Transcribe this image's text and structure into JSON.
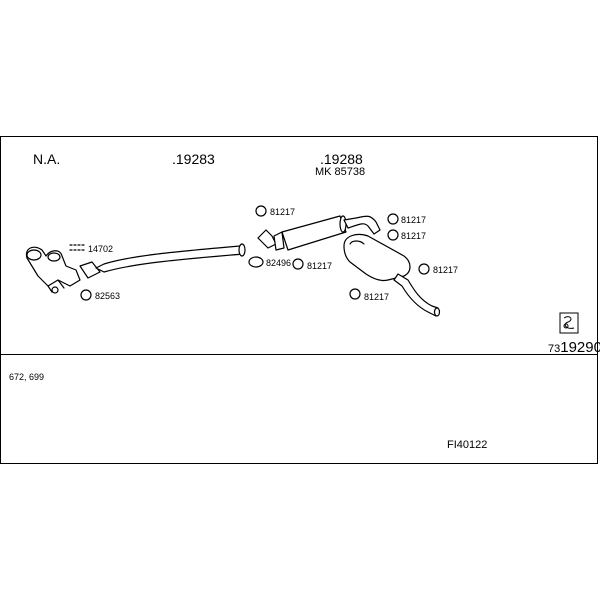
{
  "header": {
    "na_label": "N.A.",
    "part_19283": ".19283",
    "part_19288": ".19288",
    "kit_label": "MK 85738"
  },
  "parts": {
    "p14702": "14702",
    "p82563": "82563",
    "p82496": "82496",
    "p81217_a": "81217",
    "p81217_b": "81217",
    "p81217_c": "81217",
    "p81217_d": "81217",
    "p81217_e": "81217",
    "p81217_f": "81217"
  },
  "code": {
    "prefix": "73",
    "main": "19290"
  },
  "footer": {
    "models": "672, 699",
    "reference": "FI40122"
  }
}
